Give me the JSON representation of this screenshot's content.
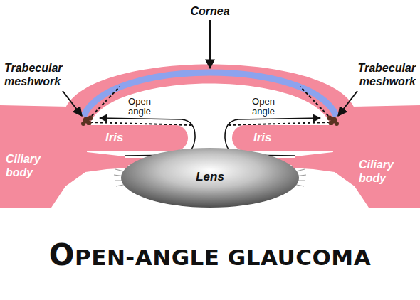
{
  "diagram": {
    "title": "OPEN-ANGLE GLAUCOMA",
    "nodes": [
      {
        "text": [
          "Iris"
        ]
      },
      {
        "text": [
          "Iris"
        ]
      },
      {
        "text": [
          "Lens"
        ]
      }
    ],
    "labels": [
      "Cornea",
      "Trabecular meshwork",
      "Trabecular meshwork",
      "Open angle",
      "Open angle",
      "Ciliary body",
      "Ciliary body"
    ]
  }
}
